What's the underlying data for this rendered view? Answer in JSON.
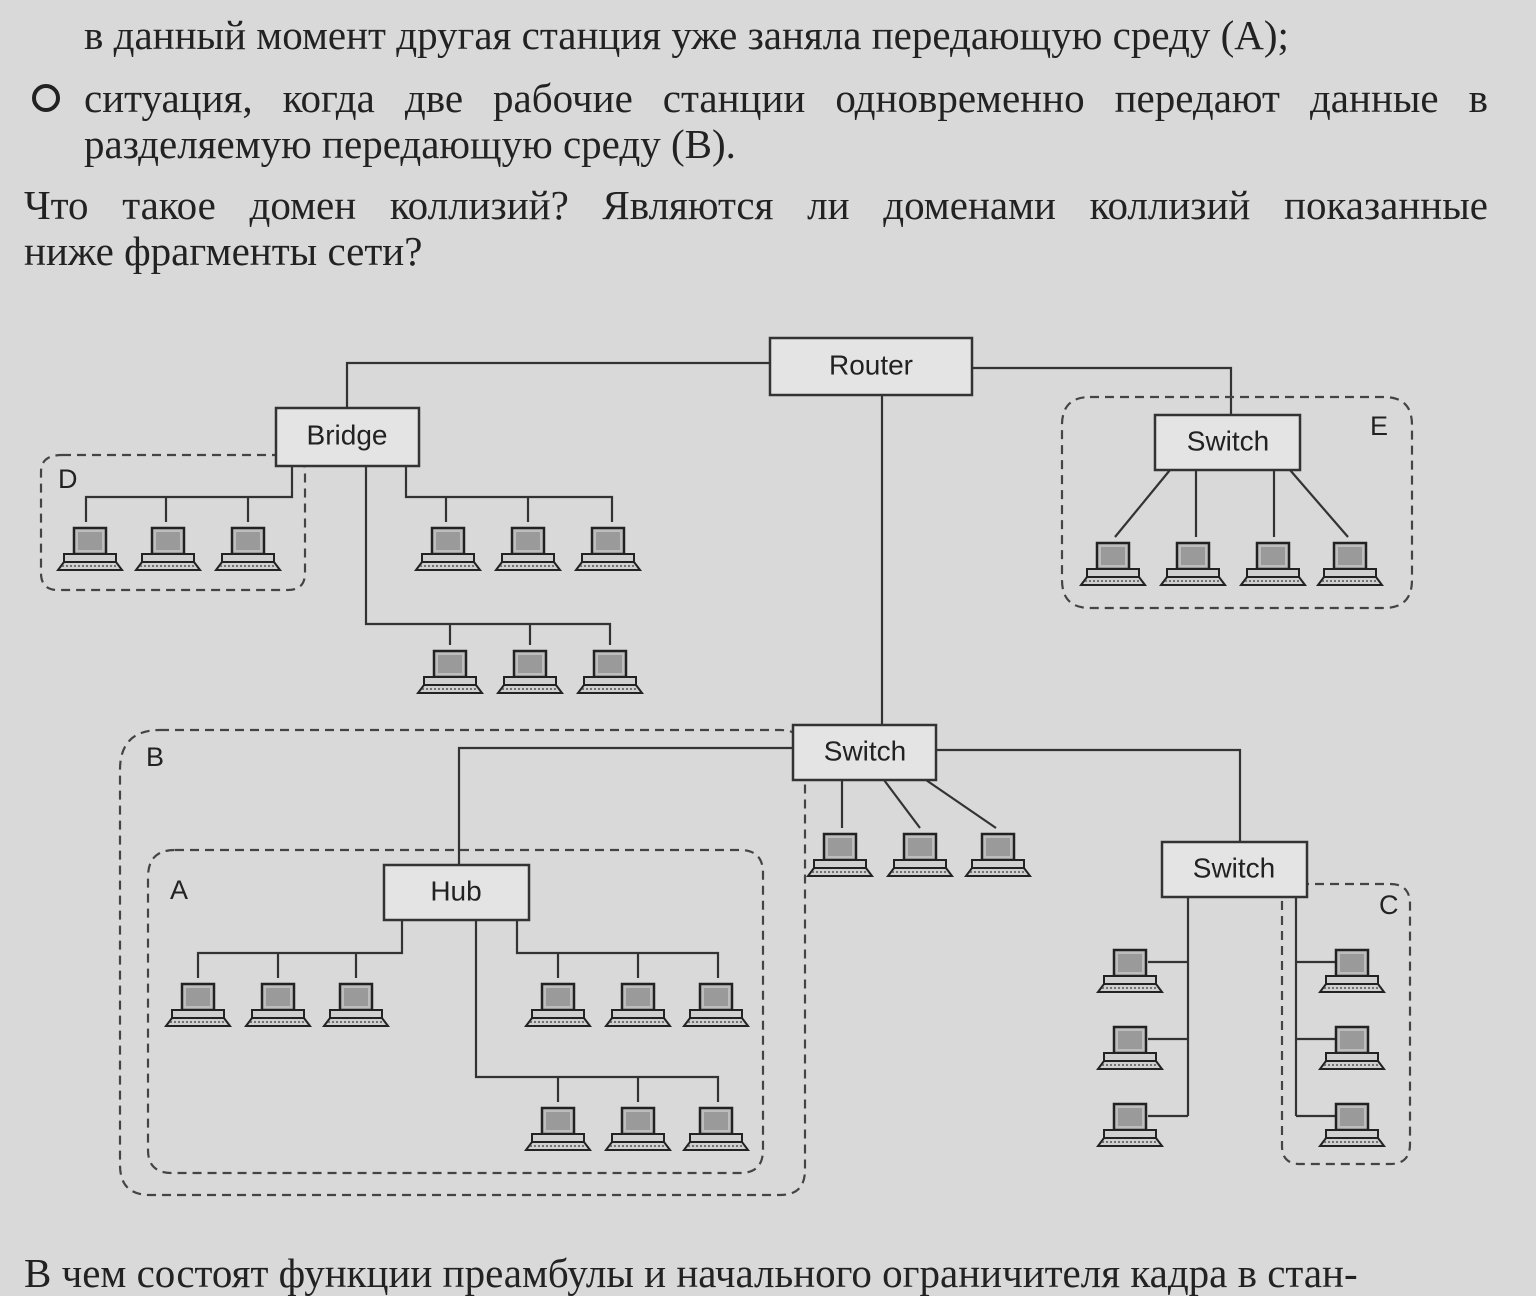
{
  "text": {
    "line_top_partial": "в данный момент другая станция уже заняла передающую среду (A);",
    "bullet_line1": "ситуация, когда две рабочие станции одновременно передают данные в",
    "bullet_line2": "разделяемую передающую среду (B).",
    "question_line1": "Что такое домен коллизий? Являются ли доменами коллизий показанные",
    "question_line2": "ниже фрагменты сети?",
    "bottom_partial": "В чем состоят функции преамбулы и начального ограничителя кадра в стан-"
  },
  "diagram": {
    "devices": {
      "router": "Router",
      "bridge": "Bridge",
      "switch_e": "Switch",
      "switch_main": "Switch",
      "switch_c": "Switch",
      "hub": "Hub"
    },
    "zones": {
      "a": "A",
      "b": "B",
      "c": "C",
      "d": "D",
      "e": "E"
    },
    "icons": {
      "workstation": "computer-icon"
    }
  }
}
